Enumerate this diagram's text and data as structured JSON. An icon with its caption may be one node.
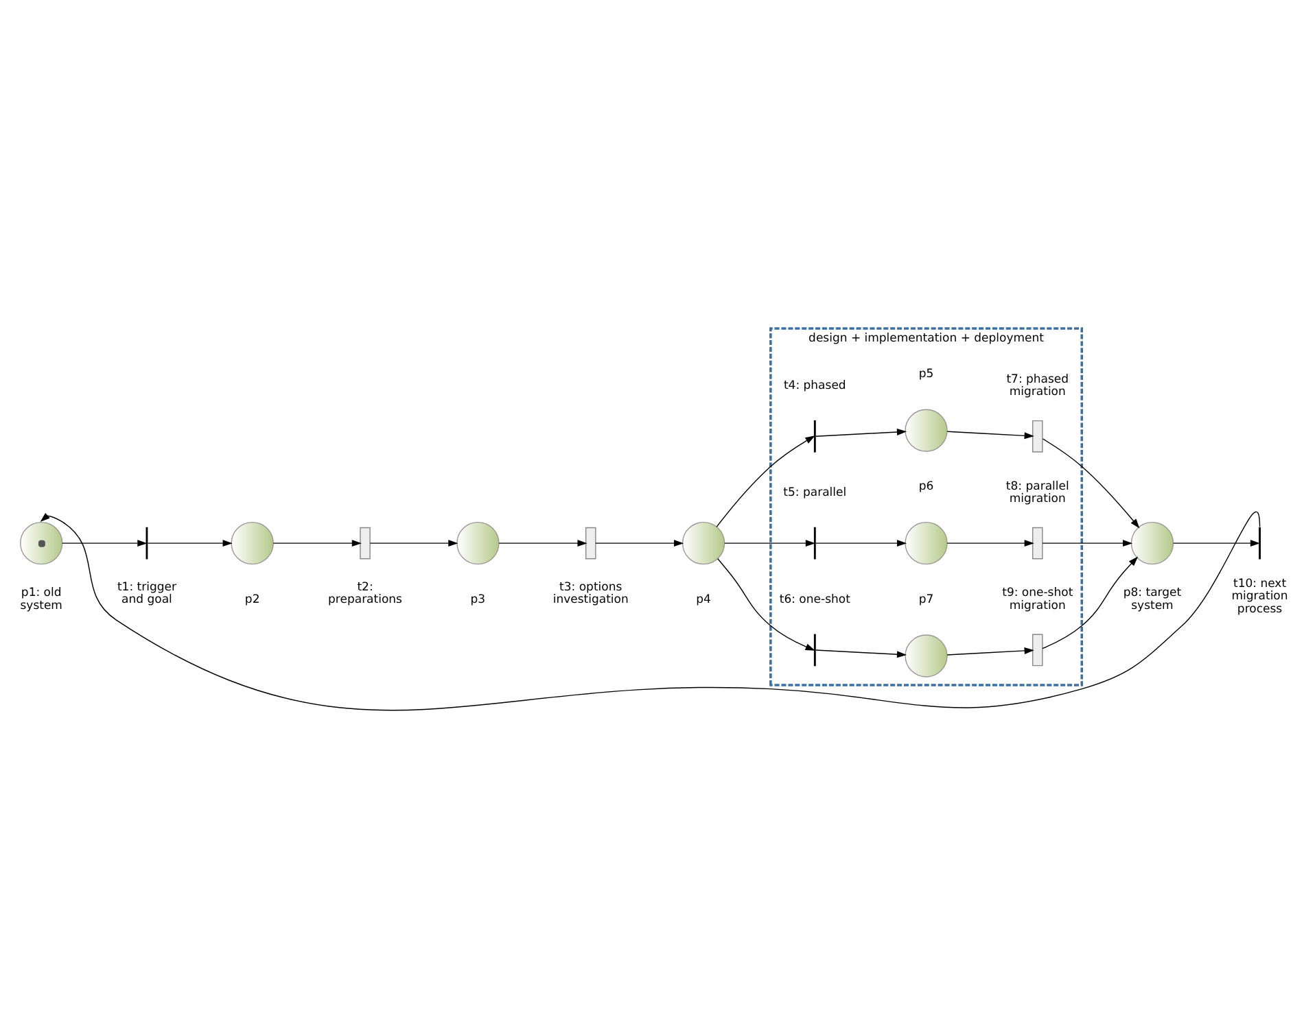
{
  "diagram": {
    "nodes": [
      {
        "text": [],
        "shape": "circle",
        "beside": [
          "p1: old system"
        ]
      },
      {
        "text": [],
        "shape": "bar",
        "beside": [
          "t1: trigger and goal"
        ]
      },
      {
        "text": [],
        "shape": "circle",
        "beside": [
          "p2"
        ]
      },
      {
        "text": [],
        "shape": "box",
        "beside": [
          "t2: preparations"
        ]
      },
      {
        "text": [],
        "shape": "circle",
        "beside": [
          "p3"
        ]
      },
      {
        "text": [],
        "shape": "box",
        "beside": [
          "t3: options investigation"
        ]
      },
      {
        "text": [],
        "shape": "circle",
        "beside": [
          "p4"
        ]
      },
      {
        "text": [
          "design + implementation + deployment"
        ]
      },
      {
        "text": [],
        "shape": "bar",
        "beside": [
          "t4: phased"
        ],
        "in": 7
      },
      {
        "text": [],
        "shape": "circle",
        "beside": [
          "p5"
        ],
        "in": 7
      },
      {
        "text": [],
        "shape": "box",
        "beside": [
          "t7: phased migration"
        ],
        "in": 7
      },
      {
        "text": [],
        "shape": "bar",
        "beside": [
          "t5: parallel"
        ],
        "in": 7
      },
      {
        "text": [],
        "shape": "circle",
        "beside": [
          "p6"
        ],
        "in": 7
      },
      {
        "text": [],
        "shape": "box",
        "beside": [
          "t8: parallel migration"
        ],
        "in": 7
      },
      {
        "text": [],
        "shape": "bar",
        "beside": [
          "t6: one-shot"
        ],
        "in": 7
      },
      {
        "text": [],
        "shape": "circle",
        "beside": [
          "p7"
        ],
        "in": 7
      },
      {
        "text": [],
        "shape": "box",
        "beside": [
          "t9: one-shot migration"
        ],
        "in": 7
      },
      {
        "text": [],
        "shape": "circle",
        "beside": [
          "p8: target system"
        ]
      },
      {
        "text": [],
        "shape": "bar",
        "beside": [
          "t10: next migration process"
        ]
      }
    ],
    "edges": [
      {
        "from": 0,
        "to": 1,
        "arrow": "to"
      },
      {
        "from": 1,
        "to": 2,
        "arrow": "to"
      },
      {
        "from": 2,
        "to": 3,
        "arrow": "to"
      },
      {
        "from": 3,
        "to": 4,
        "arrow": "to"
      },
      {
        "from": 4,
        "to": 5,
        "arrow": "to"
      },
      {
        "from": 5,
        "to": 6,
        "arrow": "to"
      },
      {
        "from": 6,
        "to": 8,
        "arrow": "to"
      },
      {
        "from": 6,
        "to": 11,
        "arrow": "to"
      },
      {
        "from": 6,
        "to": 14,
        "arrow": "to"
      },
      {
        "from": 8,
        "to": 9,
        "arrow": "to"
      },
      {
        "from": 9,
        "to": 10,
        "arrow": "to"
      },
      {
        "from": 11,
        "to": 12,
        "arrow": "to"
      },
      {
        "from": 12,
        "to": 13,
        "arrow": "to"
      },
      {
        "from": 14,
        "to": 15,
        "arrow": "to"
      },
      {
        "from": 15,
        "to": 16,
        "arrow": "to"
      },
      {
        "from": 10,
        "to": 17,
        "arrow": "to"
      },
      {
        "from": 13,
        "to": 17,
        "arrow": "to"
      },
      {
        "from": 16,
        "to": 17,
        "arrow": "to"
      },
      {
        "from": 17,
        "to": 18,
        "arrow": "to"
      },
      {
        "from": 18,
        "to": 0,
        "arrow": "to"
      }
    ]
  }
}
